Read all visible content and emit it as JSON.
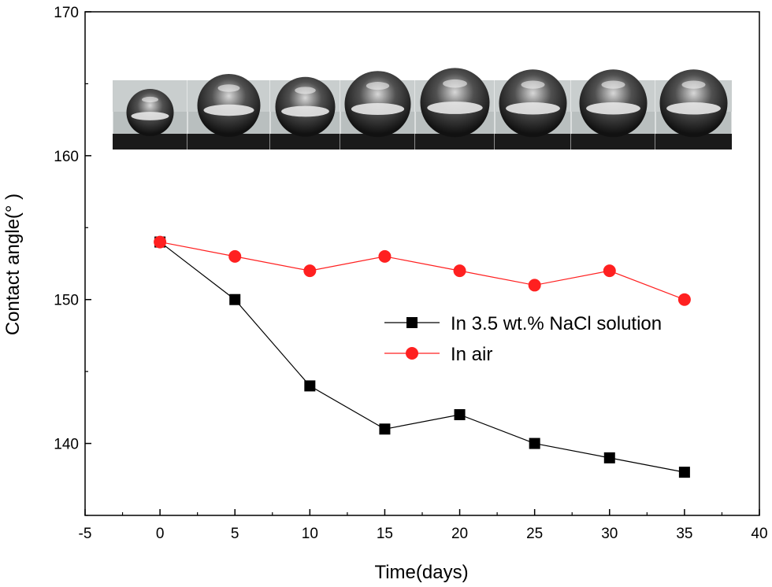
{
  "chart_data": {
    "type": "line",
    "xlabel": "Time(days)",
    "ylabel": "Contact angle(° )",
    "xlim": [
      -5,
      40
    ],
    "ylim": [
      135,
      170
    ],
    "x_ticks": [
      -5,
      0,
      5,
      10,
      15,
      20,
      25,
      30,
      35,
      40
    ],
    "y_ticks": [
      140,
      150,
      160,
      170
    ],
    "grid": false,
    "legend_position": "center-right",
    "series": [
      {
        "name": "In 3.5 wt.% NaCl solution",
        "color": "#000000",
        "marker": "square",
        "x": [
          0,
          5,
          10,
          15,
          20,
          25,
          30,
          35
        ],
        "y": [
          154,
          150,
          144,
          141,
          142,
          140,
          139,
          138
        ]
      },
      {
        "name": "In air",
        "color": "#ff2020",
        "marker": "circle",
        "x": [
          0,
          5,
          10,
          15,
          20,
          25,
          30,
          35
        ],
        "y": [
          154,
          153,
          152,
          153,
          152,
          151,
          152,
          150
        ]
      }
    ]
  }
}
